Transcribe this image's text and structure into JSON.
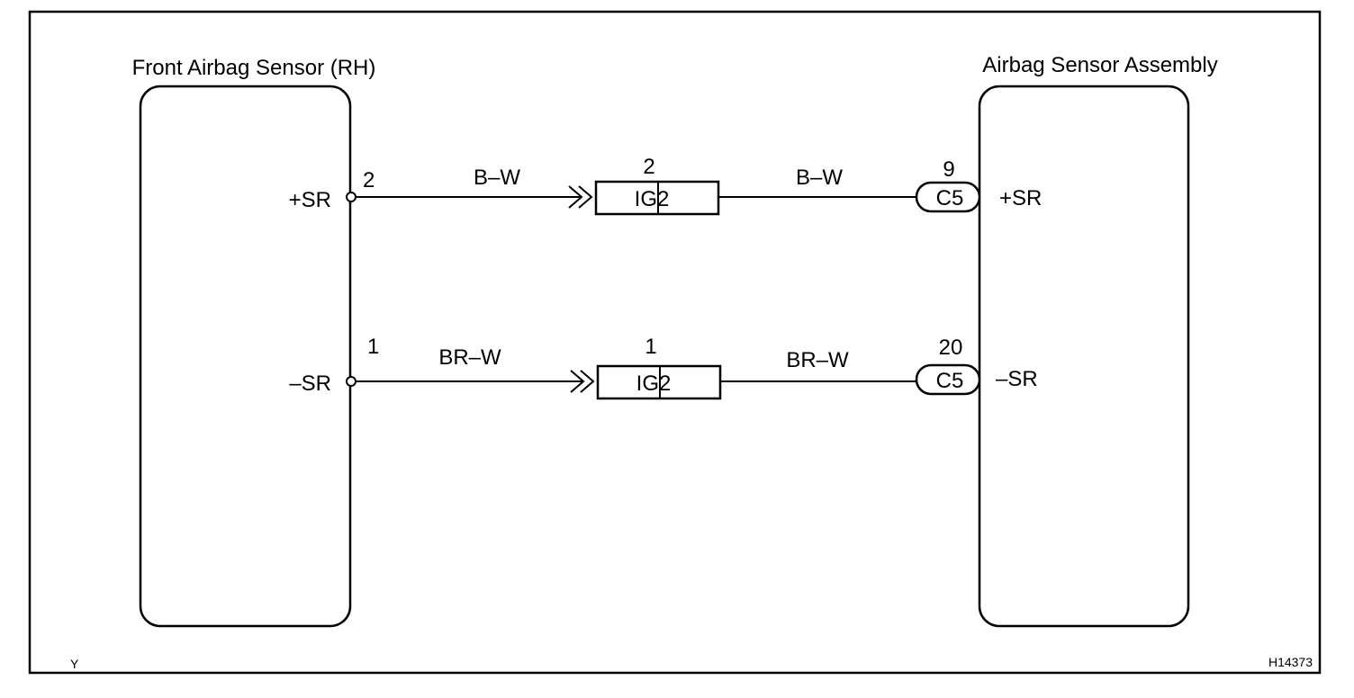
{
  "left_component": {
    "title": "Front Airbag Sensor (RH)",
    "pins": [
      {
        "terminal": "+SR",
        "pin_number": "2"
      },
      {
        "terminal": "–SR",
        "pin_number": "1"
      }
    ]
  },
  "right_component": {
    "title": "Airbag Sensor Assembly",
    "pins": [
      {
        "terminal": "+SR",
        "pin_number": "9",
        "connector": "C5"
      },
      {
        "terminal": "–SR",
        "pin_number": "20",
        "connector": "C5"
      }
    ]
  },
  "circuits": [
    {
      "wire_left": "B–W",
      "junction_pin": "2",
      "junction_label": "IG2",
      "wire_right": "B–W"
    },
    {
      "wire_left": "BR–W",
      "junction_pin": "1",
      "junction_label": "IG2",
      "wire_right": "BR–W"
    }
  ],
  "footer": {
    "left_code": "Y",
    "figure_id": "H14373"
  }
}
